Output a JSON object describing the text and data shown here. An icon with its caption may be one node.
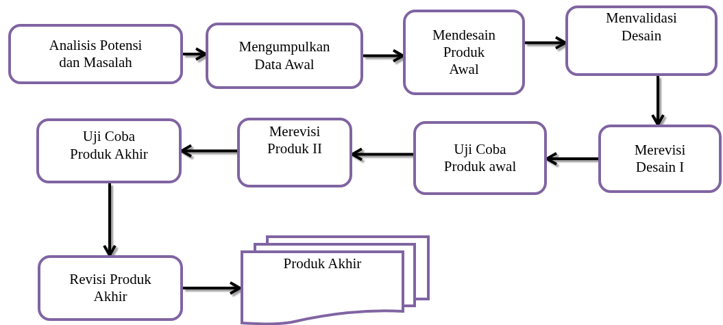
{
  "diagram": {
    "nodes": [
      {
        "text": [
          "Analisis Potensi dan Masalah"
        ]
      },
      {
        "text": [
          "Mengumpulkan Data Awal"
        ]
      },
      {
        "text": [
          "Mendesain Produk Awal"
        ]
      },
      {
        "text": [
          "Menvalidasi Desain"
        ]
      },
      {
        "text": [
          "Merevisi Desain I"
        ]
      },
      {
        "text": [
          "Uji Coba Produk awal"
        ]
      },
      {
        "text": [
          "Merevisi Produk II"
        ]
      },
      {
        "text": [
          "Uji Coba Produk Akhir"
        ]
      },
      {
        "text": [
          "Revisi Produk Akhir"
        ]
      },
      {
        "text": [
          "Produk Akhir"
        ]
      }
    ],
    "edges": [
      {
        "from": 0,
        "to": 1,
        "arrow": "to"
      },
      {
        "from": 1,
        "to": 2,
        "arrow": "to"
      },
      {
        "from": 2,
        "to": 3,
        "arrow": "to"
      },
      {
        "from": 3,
        "to": 4,
        "arrow": "to"
      },
      {
        "from": 4,
        "to": 5,
        "arrow": "to"
      },
      {
        "from": 5,
        "to": 6,
        "arrow": "to"
      },
      {
        "from": 6,
        "to": 7,
        "arrow": "to"
      },
      {
        "from": 7,
        "to": 8,
        "arrow": "to"
      },
      {
        "from": 8,
        "to": 9,
        "arrow": "to"
      }
    ]
  }
}
